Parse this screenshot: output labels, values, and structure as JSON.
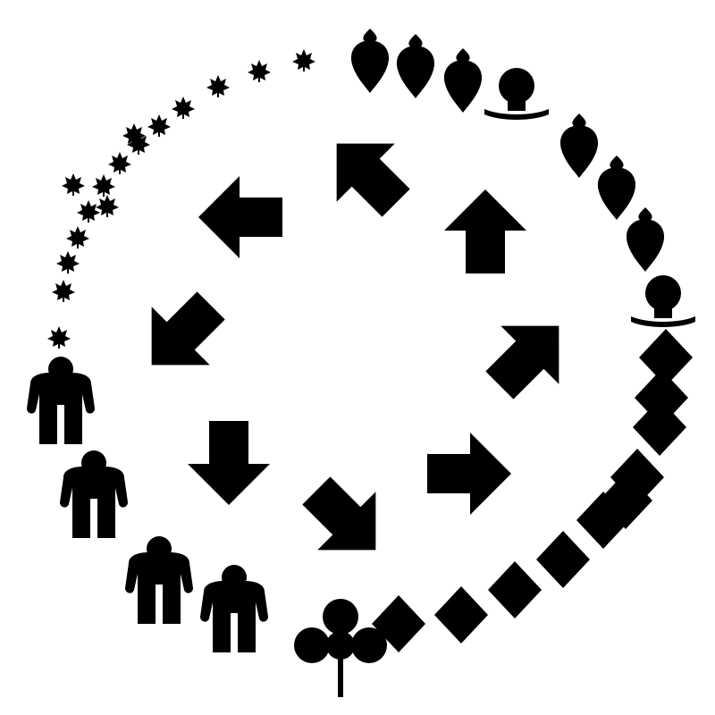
{
  "colors": {
    "background": "#ffffff",
    "ink": "#000000"
  },
  "inner_ring": {
    "count": 8,
    "arrows": [
      {
        "direction": "up-left",
        "icon": "arrow-up-left-icon"
      },
      {
        "direction": "up",
        "icon": "arrow-up-icon"
      },
      {
        "direction": "up-right",
        "icon": "arrow-up-right-icon"
      },
      {
        "direction": "right",
        "icon": "arrow-right-icon"
      },
      {
        "direction": "down-right",
        "icon": "arrow-down-right-icon"
      },
      {
        "direction": "down",
        "icon": "arrow-down-icon"
      },
      {
        "direction": "down-left",
        "icon": "arrow-down-left-icon"
      },
      {
        "direction": "left",
        "icon": "arrow-left-icon"
      }
    ]
  },
  "outer_ring": {
    "groups": [
      {
        "name": "small-maple-leaf",
        "icon": "maple-leaf-icon",
        "count": 16
      },
      {
        "name": "spade-leaf",
        "icon": "spade-leaf-icon",
        "count": 6
      },
      {
        "name": "figure-on-line",
        "icon": "figure-on-line-icon",
        "count": 2
      },
      {
        "name": "diamond",
        "icon": "diamond-icon",
        "count": 10
      },
      {
        "name": "clover",
        "icon": "clover-icon",
        "count": 1
      },
      {
        "name": "person",
        "icon": "person-icon",
        "count": 4
      }
    ]
  }
}
